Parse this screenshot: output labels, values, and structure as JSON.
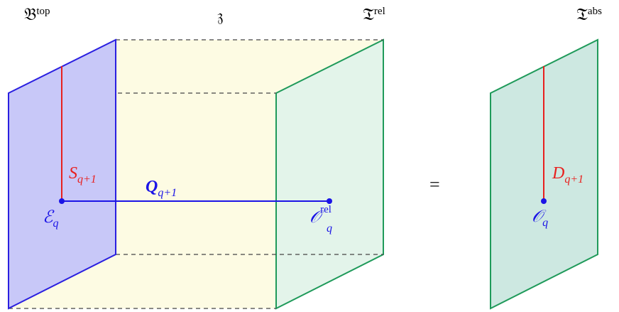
{
  "labels": {
    "b_top": {
      "base": "𝔅",
      "sup": "top"
    },
    "z": {
      "base": "𝔷"
    },
    "t_rel": {
      "base": "𝔗",
      "sup": "rel"
    },
    "t_abs": {
      "base": "𝔗",
      "sup": "abs"
    },
    "s_line": {
      "base": "S",
      "sub": "q+1"
    },
    "q_line": {
      "base": "Q",
      "sub": "q+1"
    },
    "e_point": {
      "base": "ℰ",
      "sub": "q"
    },
    "o_rel_point": {
      "base": "𝒪",
      "sup": "rel",
      "sub": "q"
    },
    "equals": "=",
    "d_line": {
      "base": "D",
      "sub": "q+1"
    },
    "o_point": {
      "base": "𝒪",
      "sub": "q"
    }
  },
  "colors": {
    "left_face_fill": "#c8c8f8",
    "left_face_edge": "#2a1fe0",
    "bulk_fill": "#fdfbe3",
    "right_face_fill": "#e3f4ea",
    "right_face_edge": "#1f9a5a",
    "abs_face_fill": "#cde8e1",
    "abs_face_edge": "#1f9a5a",
    "red": "#e8201e",
    "blue": "#1b14e6",
    "dash": "#444444"
  }
}
